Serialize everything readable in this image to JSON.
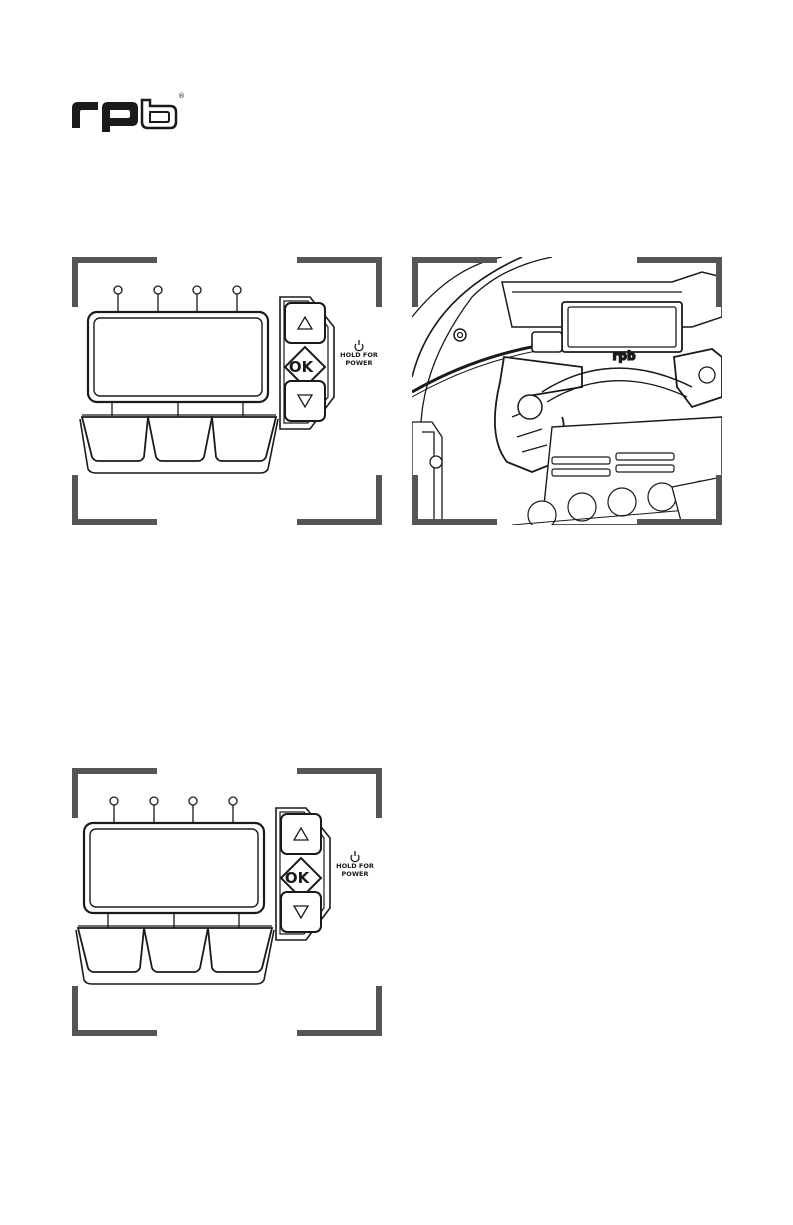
{
  "brand": {
    "logo_text": "rpb",
    "registered_mark": "®"
  },
  "control_panel_top": {
    "ok_label": "OK",
    "hold_line1": "HOLD FOR",
    "hold_line2": "POWER",
    "indicator_count": 4,
    "soft_key_count": 3
  },
  "fixture_photo": {
    "badge_text": "rpb"
  },
  "control_panel_bottom": {
    "ok_label": "OK",
    "hold_line1": "HOLD FOR",
    "hold_line2": "POWER",
    "indicator_count": 4,
    "soft_key_count": 3
  },
  "colors": {
    "line": "#1a1a1a",
    "bracket": "#555555",
    "paper": "#ffffff"
  }
}
